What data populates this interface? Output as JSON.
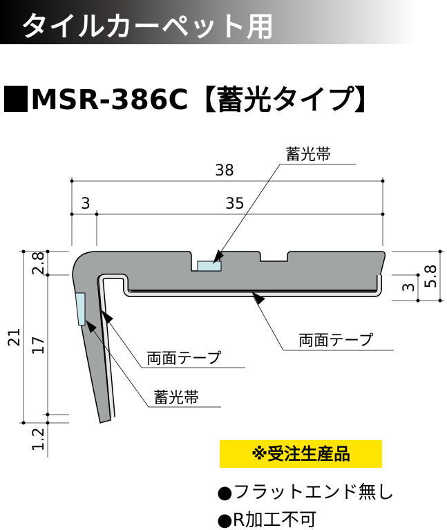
{
  "header": {
    "title": "タイルカーペット用"
  },
  "product": {
    "title": "MSR-386C【蓄光タイプ】"
  },
  "dimensions": {
    "overall_width": "38",
    "nose_width": "3",
    "tread_width": "35",
    "total_height": "21",
    "nose_top": "2.8",
    "leg_height": "17",
    "leg_bottom": "1.2",
    "tread_thickness": "5.8",
    "tread_pocket": "3"
  },
  "labels": {
    "luminous_band_top": "蓄光帯",
    "double_tape_right": "両面テープ",
    "double_tape_left": "両面テープ",
    "luminous_band_left": "蓄光帯"
  },
  "notes": {
    "badge": "※受注生産品",
    "items": [
      "●フラットエンド無し",
      "●R加工不可"
    ]
  },
  "colors": {
    "profile": "#a2a5a6",
    "luminous": "#c9e6ea",
    "badge": "#ffe500"
  }
}
